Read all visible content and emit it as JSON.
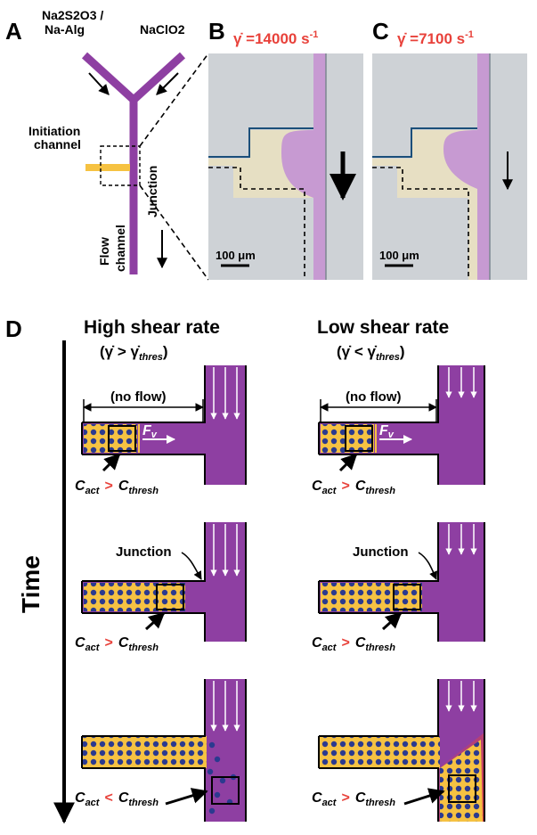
{
  "panel_labels": {
    "a": "A",
    "b": "B",
    "c": "C",
    "d": "D"
  },
  "panel_a": {
    "reagent_left_line1": "Na2S2O3 /",
    "reagent_left_line2": "Na-Alg",
    "reagent_right": "NaClO2",
    "initiation_line1": "Initiation",
    "initiation_line2": "channel",
    "junction": "Junction",
    "flow_line1": "Flow",
    "flow_line2": "channel"
  },
  "panel_b": {
    "shear_rate": "γ̇ =14000 s",
    "exponent": "-1",
    "scale_bar": "100 μm"
  },
  "panel_c": {
    "shear_rate": "γ̇ =7100 s",
    "exponent": "-1",
    "scale_bar": "100 μm"
  },
  "panel_d": {
    "left_title": "High shear rate",
    "left_condition": "(γ̇ > γ̇",
    "left_condition_sub": "thres",
    "right_title": "Low shear rate",
    "right_condition": "(γ̇ < γ̇",
    "right_condition_sub": "thres",
    "close_paren": ")",
    "no_flow": "(no flow)",
    "force": "F",
    "force_sub": "v",
    "junction": "Junction",
    "time": "Time",
    "c_act": "C",
    "c_act_sub": "act",
    "c_thresh": "C",
    "c_thresh_sub": "thresh",
    "gt": ">",
    "lt": "<"
  },
  "colors": {
    "purple": "#8e3fa2",
    "yellow": "#f6c242",
    "dot": "#2b3a8f",
    "red": "#e8413a",
    "photo_bg": "#ced2d6",
    "photo_purple": "#c79ad2",
    "photo_yellow": "#e7dfc3"
  }
}
